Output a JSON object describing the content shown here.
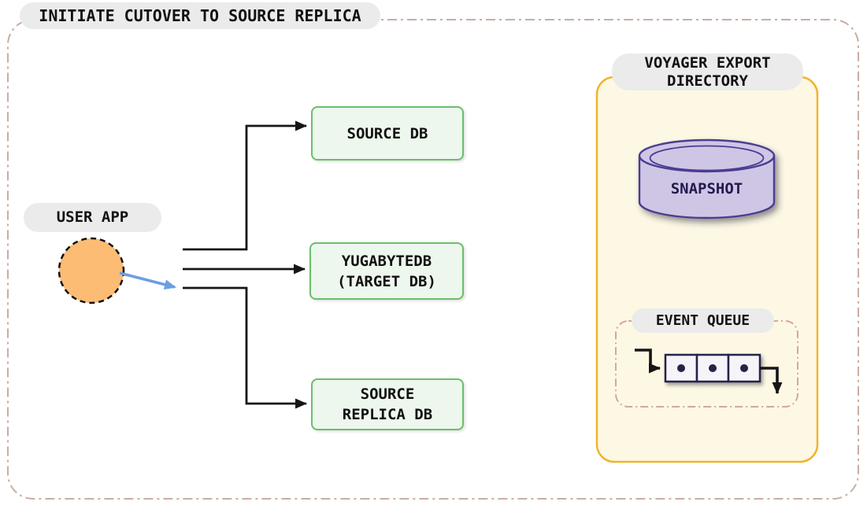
{
  "title": "INITIATE CUTOVER TO SOURCE REPLICA",
  "user_app": {
    "label": "USER APP"
  },
  "databases": [
    {
      "lines": [
        "SOURCE DB"
      ]
    },
    {
      "lines": [
        "YUGABYTEDB",
        "(TARGET DB)"
      ]
    },
    {
      "lines": [
        "SOURCE",
        "REPLICA DB"
      ]
    }
  ],
  "voyager": {
    "title_lines": [
      "VOYAGER EXPORT",
      "DIRECTORY"
    ],
    "snapshot_label": "SNAPSHOT",
    "queue": {
      "label": "EVENT QUEUE",
      "items": 3
    }
  },
  "connections": [
    {
      "from": "user-app",
      "to": "source-db",
      "style": "black-arrow"
    },
    {
      "from": "user-app",
      "to": "yugabytedb-target-db",
      "style": "black-arrow"
    },
    {
      "from": "user-app",
      "to": "source-replica-db",
      "style": "black-arrow"
    },
    {
      "from": "user-app",
      "to": "source-replica-line",
      "style": "blue-arrow"
    }
  ],
  "colors": {
    "text": "#111111",
    "pill-bg": "#ebebeb",
    "green-box-bg": "#edf7ed",
    "green-box-border": "#6abf69",
    "circle-fill": "#fcbc74",
    "line-black": "#161616",
    "arrow-blue": "#6b9fe2",
    "outer-border": "#c9aea1",
    "yellow-box-bg": "#fdf8e4",
    "yellow-box-border": "#f0b42c",
    "cylinder-fill": "#cfc6e6",
    "cylinder-border": "#4b3d8f",
    "snapshot-text": "#241a4d",
    "queue-border": "#d4a79c",
    "queue-cell-bg": "#f5f4f8",
    "queue-cell-border": "#262149"
  }
}
